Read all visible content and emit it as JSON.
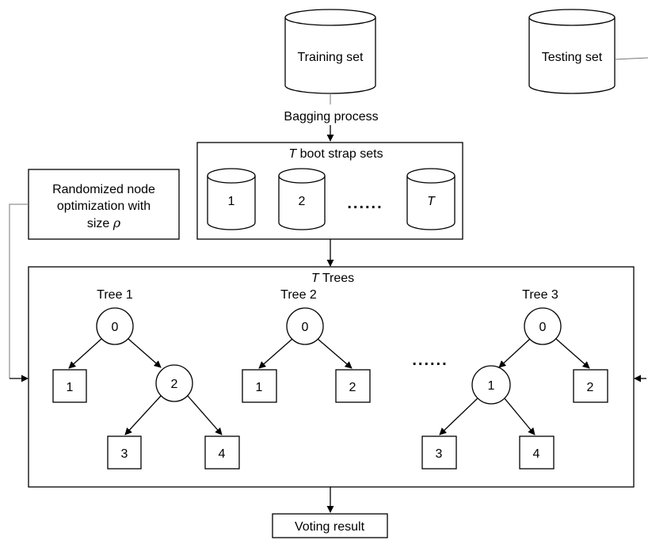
{
  "datasets": {
    "training": "Training set",
    "testing": "Testing set"
  },
  "bagging_label": "Bagging process",
  "bootstrap": {
    "title_italic": "T",
    "title_rest": " boot strap sets",
    "sets": [
      "1",
      "2",
      "T"
    ],
    "ellipsis": "......"
  },
  "randomized_box": {
    "line1": "Randomized node",
    "line2": "optimization with",
    "line3": "size ",
    "rho": "ρ"
  },
  "trees_box": {
    "title_italic": "T",
    "title_rest": " Trees",
    "ellipsis": "......"
  },
  "trees": [
    {
      "title": "Tree 1",
      "root": "0",
      "left_leaf": "1",
      "inner": "2",
      "inner_left": "3",
      "inner_right": "4"
    },
    {
      "title": "Tree 2",
      "root": "0",
      "left_leaf": "1",
      "right_leaf": "2"
    },
    {
      "title": "Tree 3",
      "root": "0",
      "inner": "1",
      "right_leaf": "2",
      "inner_left": "3",
      "inner_right": "4"
    }
  ],
  "voting_result": "Voting result"
}
